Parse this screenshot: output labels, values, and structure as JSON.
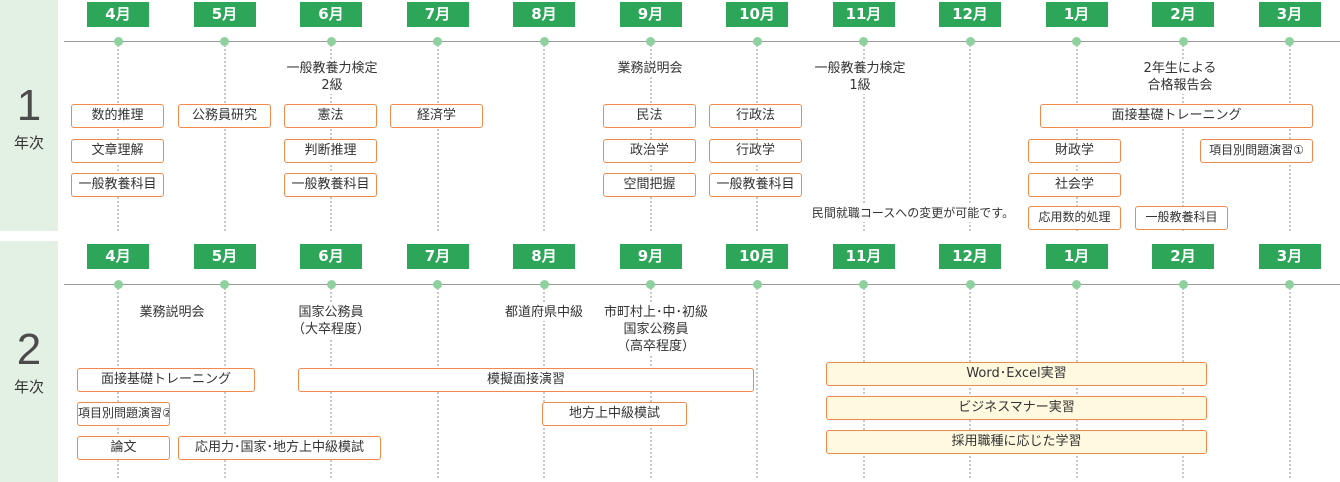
{
  "year1": {
    "num": "1",
    "label": "年次"
  },
  "year2": {
    "num": "2",
    "label": "年次"
  },
  "months": [
    "4月",
    "5月",
    "6月",
    "7月",
    "8月",
    "9月",
    "10月",
    "11月",
    "12月",
    "1月",
    "2月",
    "3月"
  ],
  "y1_events": {
    "jun": [
      "一般教養力検定",
      "2級"
    ],
    "sep": [
      "業務説明会"
    ],
    "nov": [
      "一般教養力検定",
      "1級"
    ],
    "feb": [
      "2年生による",
      "合格報告会"
    ],
    "note": "民間就職コースへの変更が可能です。"
  },
  "y1_boxes": {
    "suuteki": "数的推理",
    "bunsho": "文章理解",
    "ippan_apr": "一般教養科目",
    "koumuin": "公務員研究",
    "kenpo": "憲法",
    "handan": "判断推理",
    "ippan_jun": "一般教養科目",
    "keizai": "経済学",
    "minpo": "民法",
    "seiji": "政治学",
    "kukan": "空間把握",
    "gyoseiho": "行政法",
    "gyoseigaku": "行政学",
    "ippan_oct": "一般教養科目",
    "mensetsu": "面接基礎トレーニング",
    "zaisei": "財政学",
    "shakai": "社会学",
    "ouyou": "応用数的処理",
    "koumoku": "項目別問題演習①",
    "ippan_feb": "一般教養科目"
  },
  "y2_events": {
    "apr": [
      "業務説明会"
    ],
    "jun": [
      "国家公務員",
      "（大卒程度）"
    ],
    "aug": [
      "都道府県中級"
    ],
    "sep": [
      "市町村上･中･初級",
      "国家公務員",
      "（高卒程度）"
    ]
  },
  "y2_boxes": {
    "mensetsu": "面接基礎トレーニング",
    "koumoku": "項目別問題演習②",
    "ronbun": "論文",
    "ouyouryoku": "応用力･国家･地方上中級模試",
    "mogi_mensetsu": "模擬面接演習",
    "chihou": "地方上中級模試",
    "word_excel": "Word･Excel実習",
    "business": "ビジネスマナー実習",
    "saiyou": "採用職種に応じた学習"
  }
}
